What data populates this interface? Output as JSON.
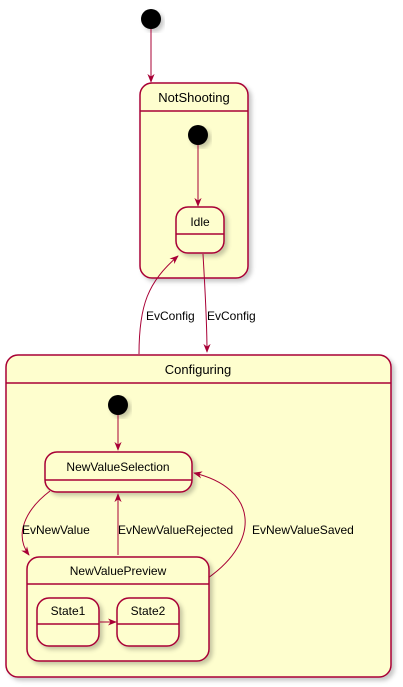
{
  "colors": {
    "state_fill": "#FEFECE",
    "state_border": "#A80036",
    "arrow": "#A80036",
    "initial_node": "#000000",
    "shadow": "#c8c8c8"
  },
  "states": {
    "not_shooting": "NotShooting",
    "idle": "Idle",
    "configuring": "Configuring",
    "new_value_selection": "NewValueSelection",
    "new_value_preview": "NewValuePreview",
    "state1": "State1",
    "state2": "State2"
  },
  "transitions": {
    "to_configuring": "EvConfig",
    "to_idle": "EvConfig",
    "ev_new_value": "EvNewValue",
    "ev_new_value_rejected": "EvNewValueRejected",
    "ev_new_value_saved": "EvNewValueSaved"
  },
  "node_types": {
    "initial": "initial-pseudostate",
    "composite": "composite-state",
    "simple": "simple-state"
  }
}
